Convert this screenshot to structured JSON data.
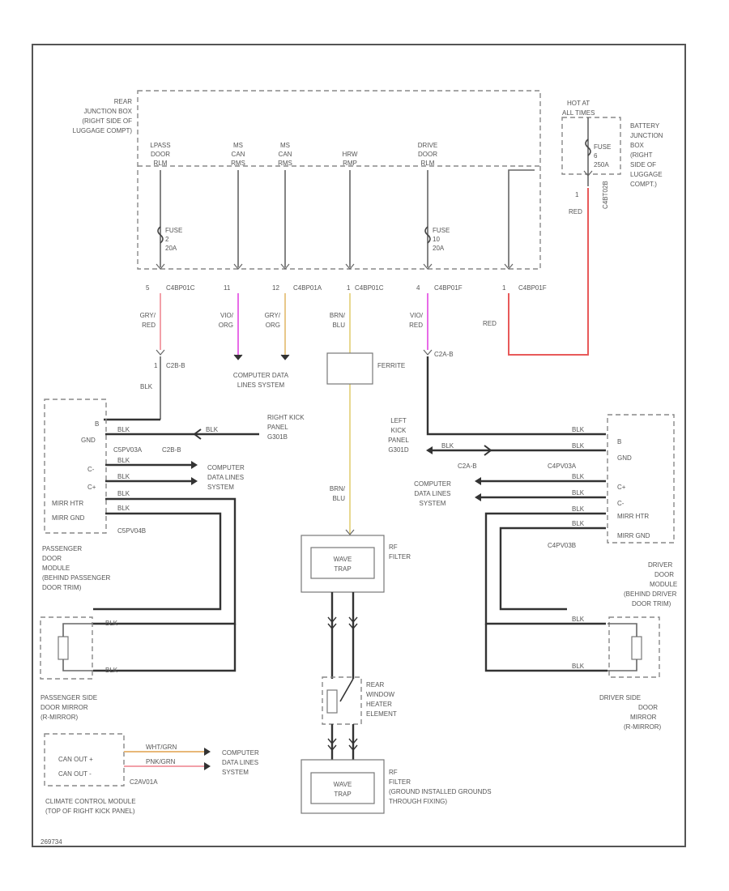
{
  "rear_junction_box": {
    "label": [
      "REAR",
      "JUNCTION BOX",
      "(RIGHT SIDE OF",
      "LUGGAGE COMPT)"
    ],
    "pins": [
      {
        "label": [
          "LPASS",
          "DOOR",
          "RLM"
        ],
        "connector_pin": "5",
        "connector": "C4BP01C"
      },
      {
        "label": [
          "MS",
          "CAN",
          "RMS"
        ],
        "connector_pin": "11",
        "connector": ""
      },
      {
        "label": [
          "MS",
          "CAN",
          "RMS"
        ],
        "connector_pin": "12",
        "connector": "C4BP01A"
      },
      {
        "label": [
          "HRW",
          "RMP"
        ],
        "connector_pin": "1",
        "connector": "C4BP01C"
      },
      {
        "label": [
          "DRIVE",
          "DOOR",
          "RLM"
        ],
        "connector_pin": "4",
        "connector": "C4BP01F"
      },
      {
        "label": [],
        "connector_pin": "1",
        "connector": "C4BP01F"
      }
    ],
    "fuse_left": [
      "FUSE",
      "2",
      "20A"
    ],
    "fuse_right": [
      "FUSE",
      "10",
      "20A"
    ]
  },
  "battery_box": {
    "hot_label": [
      "HOT AT",
      "ALL TIMES"
    ],
    "label": [
      "BATTERY",
      "JUNCTION",
      "BOX",
      "(RIGHT",
      "SIDE OF",
      "LUGGAGE",
      "COMPT.)"
    ],
    "fuse": [
      "FUSE",
      "6",
      "250A"
    ],
    "pin": "1",
    "connector": "C4BT02B"
  },
  "wire_colors": {
    "red": "#e85a5a",
    "pink": "#f2a0a8",
    "violet": "#e86be8",
    "tan": "#e8c88a",
    "yellow": "#e8d890",
    "gray": "#888888",
    "black": "#333333"
  },
  "wire_labels": {
    "gry_red": [
      "GRY/",
      "RED"
    ],
    "vio_org": [
      "VIO/",
      "ORG"
    ],
    "gry_org": [
      "GRY/",
      "ORG"
    ],
    "brn_blu": [
      "BRN/",
      "BLU"
    ],
    "vio_red": [
      "VIO/",
      "RED"
    ],
    "red": "RED",
    "blk": "BLK"
  },
  "computer_data_lines_top": [
    "COMPUTER DATA",
    "LINES SYSTEM"
  ],
  "ferrite": "FERRITE",
  "c2b8_left": "C2B-B",
  "c2b8_right": "C2A-B",
  "passenger": {
    "pins": [
      "B",
      "GND",
      "C-",
      "C+",
      "MIRR HTR",
      "MIRR GND"
    ],
    "connectors": [
      "C5PV03A",
      "C2B-B",
      "C5PV04B"
    ],
    "wire_blk": "BLK",
    "ground_label": [
      "RIGHT KICK",
      "PANEL",
      "G301B"
    ],
    "data_label": [
      "COMPUTER",
      "DATA LINES",
      "SYSTEM"
    ],
    "module_label": [
      "PASSENGER",
      "DOOR",
      "MODULE",
      "(BEHIND PASSENGER",
      "DOOR TRIM)"
    ],
    "mirror_label": [
      "PASSENGER SIDE",
      "DOOR MIRROR",
      "(R-MIRROR)"
    ]
  },
  "driver": {
    "pins": [
      "B",
      "GND",
      "C+",
      "C-",
      "MIRR HTR",
      "MIRR GND"
    ],
    "connectors": [
      "C4PV03A",
      "C2A-B",
      "C4PV03B"
    ],
    "ground_label": [
      "LEFT",
      "KICK",
      "PANEL",
      "G301D"
    ],
    "data_label": [
      "COMPUTER",
      "DATA LINES",
      "SYSTEM"
    ],
    "module_label": [
      "DRIVER",
      "DOOR",
      "MODULE",
      "(BEHIND DRIVER",
      "DOOR TRIM)"
    ],
    "mirror_label": [
      "DRIVER SIDE",
      "DOOR",
      "MIRROR",
      "(R-MIRROR)"
    ]
  },
  "rf_filter_top": {
    "label": [
      "RF",
      "FILTER"
    ],
    "inner": [
      "WAVE",
      "TRAP"
    ]
  },
  "rear_window": {
    "label": [
      "REAR",
      "WINDOW",
      "HEATER",
      "ELEMENT"
    ]
  },
  "rf_filter_bottom": {
    "label": [
      "RF",
      "FILTER",
      "(GROUND INSTALLED GROUNDS",
      "THROUGH FIXING)"
    ],
    "inner": [
      "WAVE",
      "TRAP"
    ]
  },
  "climate": {
    "pins": [
      "CAN OUT +",
      "CAN OUT -"
    ],
    "wires": [
      "WHT/GRN",
      "PNK/GRN"
    ],
    "connector": "C2AV01A",
    "data_label": [
      "COMPUTER",
      "DATA LINES",
      "SYSTEM"
    ],
    "module_label": [
      "CLIMATE CONTROL MODULE",
      "(TOP OF RIGHT KICK PANEL)"
    ]
  },
  "footer_code": "269734"
}
